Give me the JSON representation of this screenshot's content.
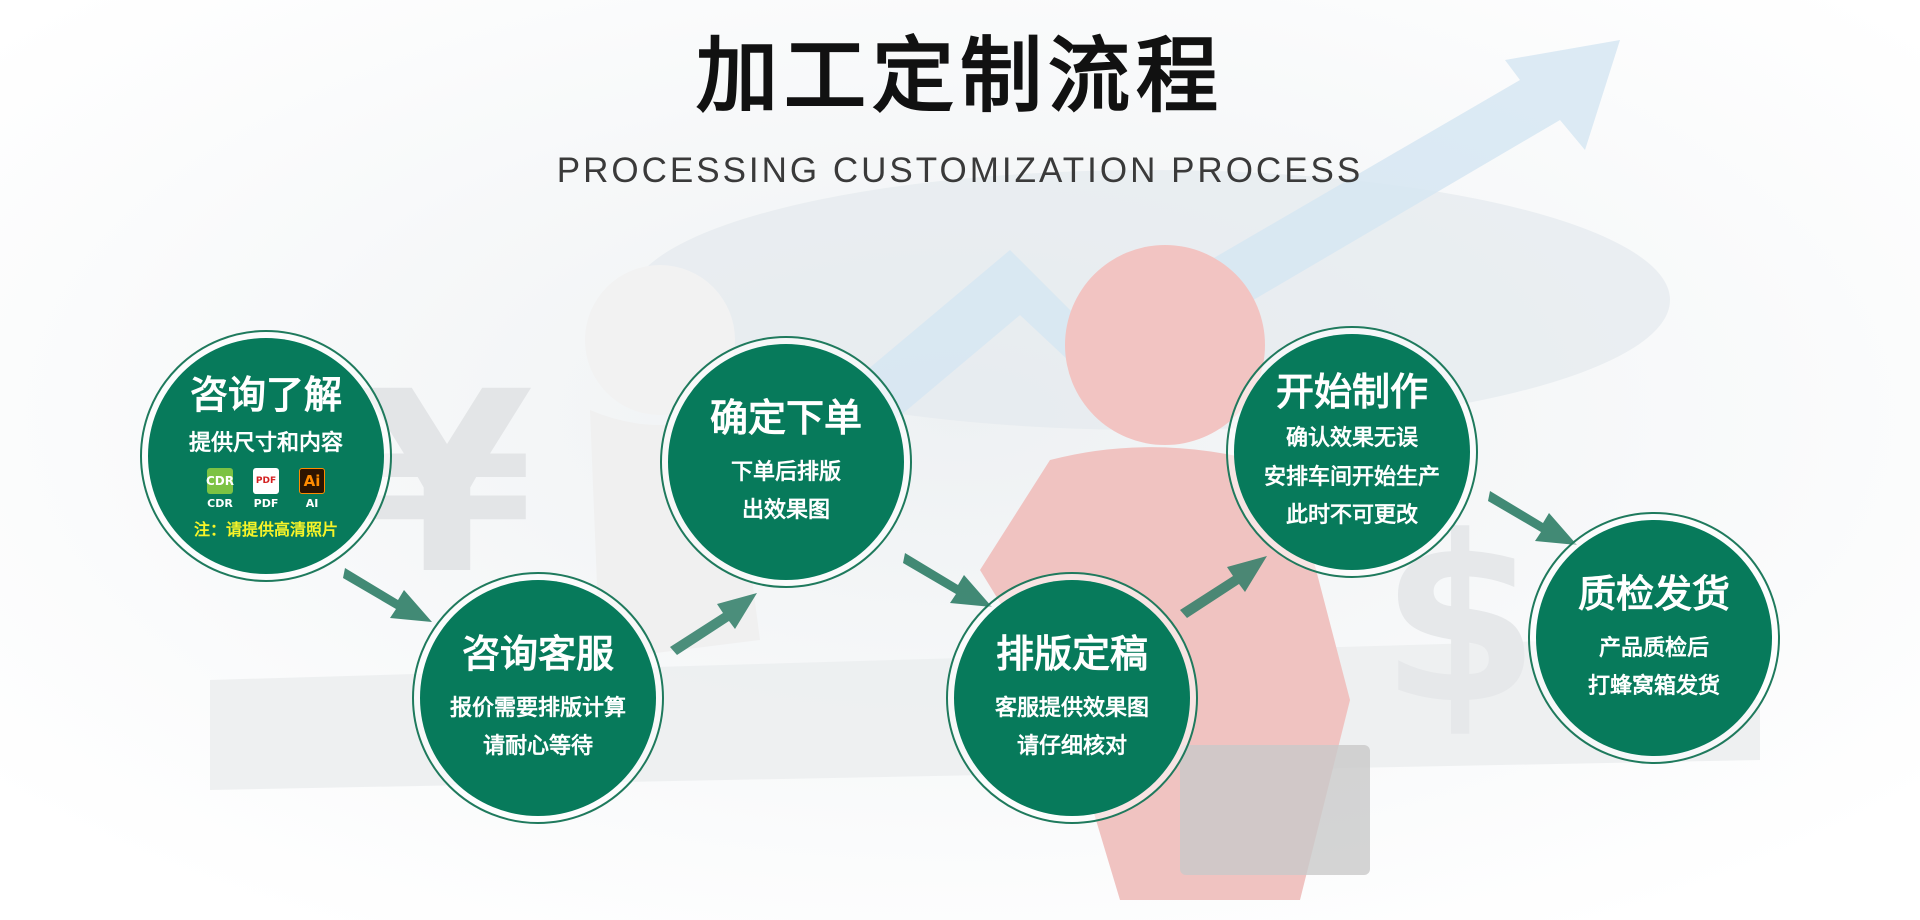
{
  "header": {
    "title": "加工定制流程",
    "subtitle": "PROCESSING CUSTOMIZATION PROCESS"
  },
  "steps": [
    {
      "title": "咨询了解",
      "lines": [
        "提供尺寸和内容"
      ],
      "file_types": [
        "CDR",
        "PDF",
        "AI"
      ],
      "file_icon_glyphs": [
        "CDR",
        "PDF",
        "Ai"
      ],
      "note": "注：请提供高清照片"
    },
    {
      "title": "咨询客服",
      "lines": [
        "报价需要排版计算",
        "请耐心等待"
      ]
    },
    {
      "title": "确定下单",
      "lines": [
        "下单后排版",
        "出效果图"
      ]
    },
    {
      "title": "排版定稿",
      "lines": [
        "客服提供效果图",
        "请仔细核对"
      ]
    },
    {
      "title": "开始制作",
      "lines": [
        "确认效果无误",
        "安排车间开始生产",
        "此时不可更改"
      ]
    },
    {
      "title": "质检发货",
      "lines": [
        "产品质检后",
        "打蜂窝箱发货"
      ]
    }
  ],
  "colors": {
    "circle_fill": "#077a5b",
    "note_text": "#f7f428",
    "arrow": "#2e7d66"
  }
}
